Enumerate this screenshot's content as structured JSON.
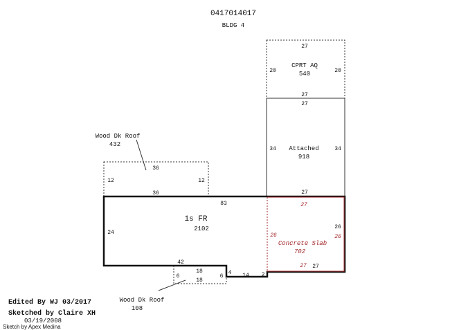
{
  "header": {
    "parcel_id": "0417014017",
    "building": "BLDG 4"
  },
  "areas": {
    "carport": {
      "name": "CPRT AQ",
      "area": "540",
      "top": "27",
      "bottom": "27",
      "left": "20",
      "right": "20"
    },
    "attached": {
      "name": "Attached",
      "area": "918",
      "top": "27",
      "bottom": "27",
      "left": "34",
      "right": "34"
    },
    "wood_deck_roof_upper": {
      "name": "Wood Dk Roof",
      "area": "432",
      "top": "36",
      "bottom": "36",
      "left": "12",
      "right": "12"
    },
    "main": {
      "name": "1s FR",
      "area": "2102",
      "top": "83",
      "left": "24",
      "right": "26",
      "bottom_left": "42",
      "step": "4",
      "bottom_mid": "14",
      "bottom_right": "2",
      "bottom_far": "27"
    },
    "concrete_slab": {
      "name": "Concrete Slab",
      "area": "702",
      "top": "27",
      "bottom": "27",
      "left": "26",
      "right": "26"
    },
    "wood_deck_roof_lower": {
      "name": "Wood Dk Roof",
      "area": "108",
      "top": "18",
      "bottom": "18",
      "left": "6",
      "right": "6"
    }
  },
  "footer": {
    "edited": "Edited By WJ 03/2017",
    "sketched": "Sketched by Claire XH",
    "date": "03/19/2008",
    "software": "Sketch by Apex Medina"
  },
  "colors": {
    "outline": "#111111",
    "slab": "#a3262a"
  }
}
